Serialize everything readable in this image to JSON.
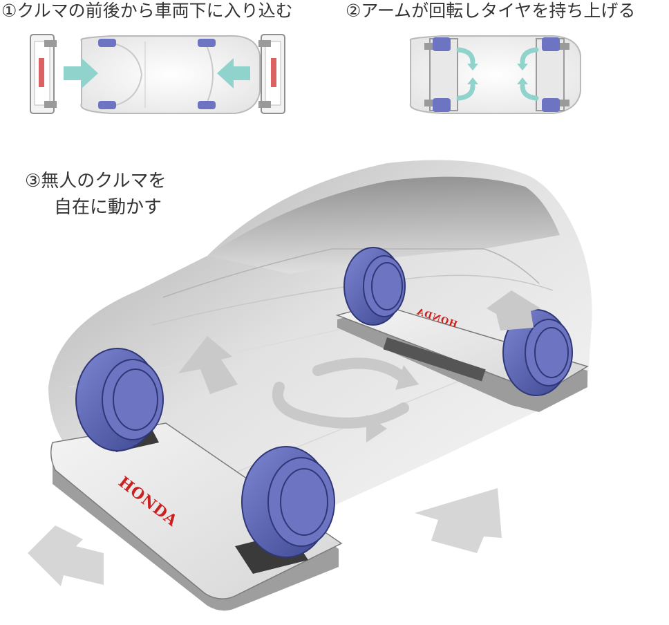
{
  "steps": {
    "step1": "①クルマの前後から車両下に入り込む",
    "step2": "②アームが回転しタイヤを持ち上げる",
    "step3_line1": "③無人のクルマを",
    "step3_line2": "自在に動かす"
  },
  "brand": {
    "logo_text": "HONDA",
    "logo_color": "#cc1f1f"
  },
  "colors": {
    "tire": "#6d75c2",
    "tire_dark": "#3d4790",
    "arrow_teal": "#8fd3cc",
    "arrow_gray": "#c9c9c9",
    "car_body": "#d9d9d9"
  },
  "icons": {
    "insert_arrows": "right-arrow, left-arrow",
    "rotate_arrows": "curved-arrows",
    "move_arrows": "directional-arrows",
    "rotation_indicator": "circular-arrows"
  }
}
